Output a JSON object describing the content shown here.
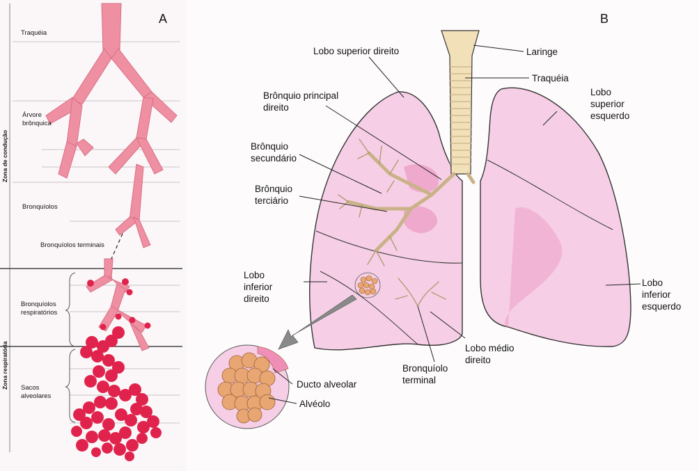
{
  "panels": {
    "a": "A",
    "b": "B"
  },
  "panel_a": {
    "zone_conduction": "Zona de condução",
    "zone_respiratory": "Zona respiratória",
    "labels": {
      "trachea": "Traquéia",
      "tree_line1": "Árvore",
      "tree_line2": "brônquica",
      "bronchioles": "Bronquíolos",
      "terminal_bronchioles": "Bronquíolos terminais",
      "resp_line1": "Bronquíolos",
      "resp_line2": "respiratórios",
      "sacs_line1": "Sacos",
      "sacs_line2": "alveolares"
    }
  },
  "panel_b": {
    "labels": {
      "right_upper_lobe": "Lobo superior direito",
      "larynx": "Laringe",
      "trachea": "Traquéia",
      "main_bronchus_l1": "Brônquio principal",
      "main_bronchus_l2": "direito",
      "left_upper_l1": "Lobo",
      "left_upper_l2": "superior",
      "left_upper_l3": "esquerdo",
      "secondary_l1": "Brônquio",
      "secondary_l2": "secundário",
      "tertiary_l1": "Brônquio",
      "tertiary_l2": "terciário",
      "right_lower_l1": "Lobo",
      "right_lower_l2": "inferior",
      "right_lower_l3": "direito",
      "left_lower_l1": "Lobo",
      "left_lower_l2": "inferior",
      "left_lower_l3": "esquerdo",
      "middle_l1": "Lobo médio",
      "middle_l2": "direito",
      "terminal_l1": "Bronquíolo",
      "terminal_l2": "terminal",
      "alveolar_duct": "Ducto alveolar",
      "alveolus": "Alvéolo"
    }
  },
  "colors": {
    "airway_pink": "#ef8fa2",
    "sac_red": "#e0234d",
    "lung_fill": "#f6cfe6",
    "lung_stroke": "#333333",
    "trachea_fill": "#f2e0b8",
    "alveoli": "#e8a673"
  }
}
